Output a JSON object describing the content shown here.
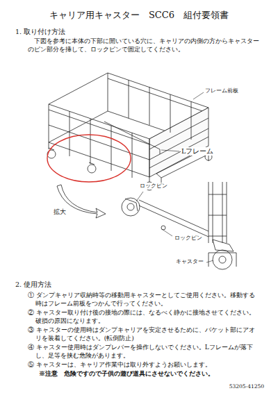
{
  "diagram": {
    "title": "キャリア用キャスター　SCC6　組付要領書",
    "labels": [
      "1. 取り付け方法",
      "下図を参考に本体の下部に開いている穴に、キャリアの内側の方からキャスターのピン部分を挿して、ロックピンで固定してください。",
      "フレーム前板",
      "Lフレーム",
      "ロックピン",
      "拡大",
      "ロックピン",
      "キャスター",
      "2. 使用方法",
      "① ダンプキャリア収納時等の移動用キャスターとしてご使用ください。移動する時はフレーム前板をつかんで行ってください。",
      "② キャスター取り付け後の接地の際には、なるべく静かに接地させてください。破損の原因になります。",
      "③ キャスターの使用時はダンプキャリアを安定させるために、バケット部にアオリを装着してください。(転倒防止)",
      "④ キャスター使用時はダンプレバーを操作しないでください。Lフレームが落下し、足等を挟む危険があります。",
      "⑤ キャスターは、キャリア作業中は取り外すようお願いします。",
      "※注意　危険ですので子供の遊び道具にさせないでください。",
      "53205-41250"
    ]
  }
}
